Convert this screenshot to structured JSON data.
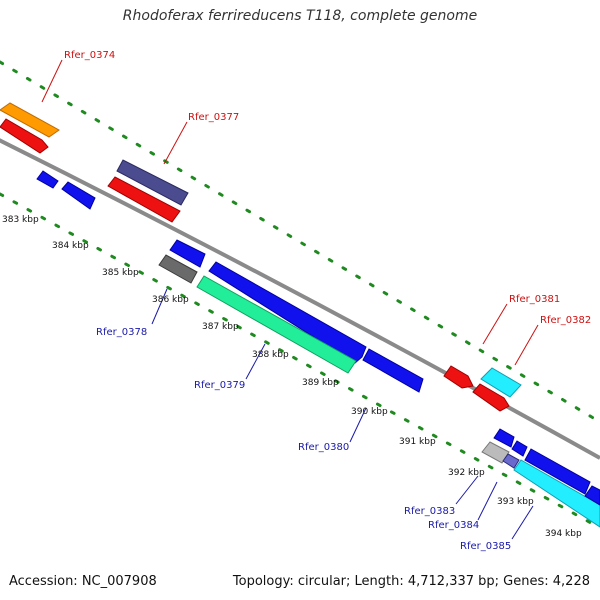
{
  "title": "Rhodoferax ferrireducens T118, complete genome",
  "footer": {
    "accession": "Accession: NC_007908",
    "topology": "Topology: circular; Length: 4,712,337 bp; Genes: 4,228"
  },
  "colors": {
    "backbone": "#8a8a8a",
    "tick": "#1f8a1f",
    "label_top": "#cc1111",
    "label_bottom": "#1a1aa8"
  },
  "scale": {
    "unit": "kbp",
    "labels": [
      "383 kbp",
      "384 kbp",
      "385 kbp",
      "386 kbp",
      "387 kbp",
      "388 kbp",
      "389 kbp",
      "390 kbp",
      "391 kbp",
      "392 kbp",
      "393 kbp",
      "394 kbp"
    ]
  },
  "gene_labels": {
    "top": [
      "Rfer_0374",
      "Rfer_0377",
      "Rfer_0381",
      "Rfer_0382"
    ],
    "bottom": [
      "Rfer_0378",
      "Rfer_0379",
      "Rfer_0380",
      "Rfer_0383",
      "Rfer_0384",
      "Rfer_0385"
    ]
  }
}
